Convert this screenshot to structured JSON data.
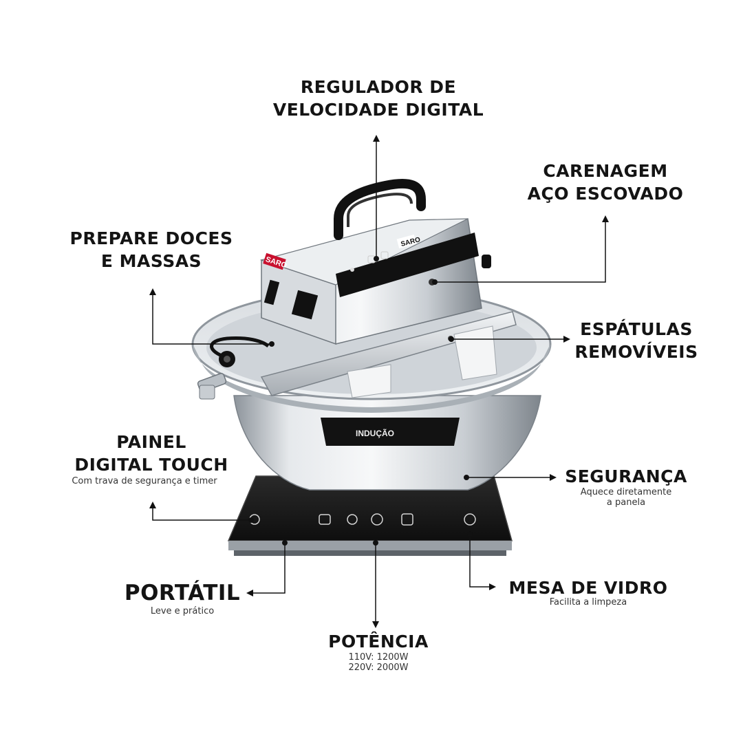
{
  "callouts": {
    "regulador": {
      "line1": "REGULADOR DE",
      "line2": "VELOCIDADE DIGITAL"
    },
    "carenagem": {
      "line1": "CARENAGEM",
      "line2": "AÇO ESCOVADO"
    },
    "prepare": {
      "line1": "PREPARE DOCES",
      "line2": "E MASSAS"
    },
    "espatulas": {
      "line1": "ESPÁTULAS",
      "line2": "REMOVÍVEIS"
    },
    "painel": {
      "line1": "PAINEL",
      "line2": "DIGITAL TOUCH",
      "sub": "Com trava de segurança e timer"
    },
    "seguranca": {
      "title": "SEGURANÇA",
      "sub1": "Aquece diretamente",
      "sub2": "a panela"
    },
    "portatil": {
      "title": "PORTÁTIL",
      "sub": "Leve e prático"
    },
    "mesa": {
      "title": "MESA DE VIDRO",
      "sub": "Facilita a limpeza"
    },
    "potencia": {
      "title": "POTÊNCIA",
      "sub1": "110V: 1200W",
      "sub2": "220V: 2000W"
    }
  },
  "product": {
    "brand": "SARO",
    "pan_label": "INDUÇÃO",
    "colors": {
      "steel_light": "#e9ecef",
      "steel_mid": "#b9bfc5",
      "steel_dark": "#7d848b",
      "glass": "#1b1b1b",
      "black": "#111111"
    }
  }
}
